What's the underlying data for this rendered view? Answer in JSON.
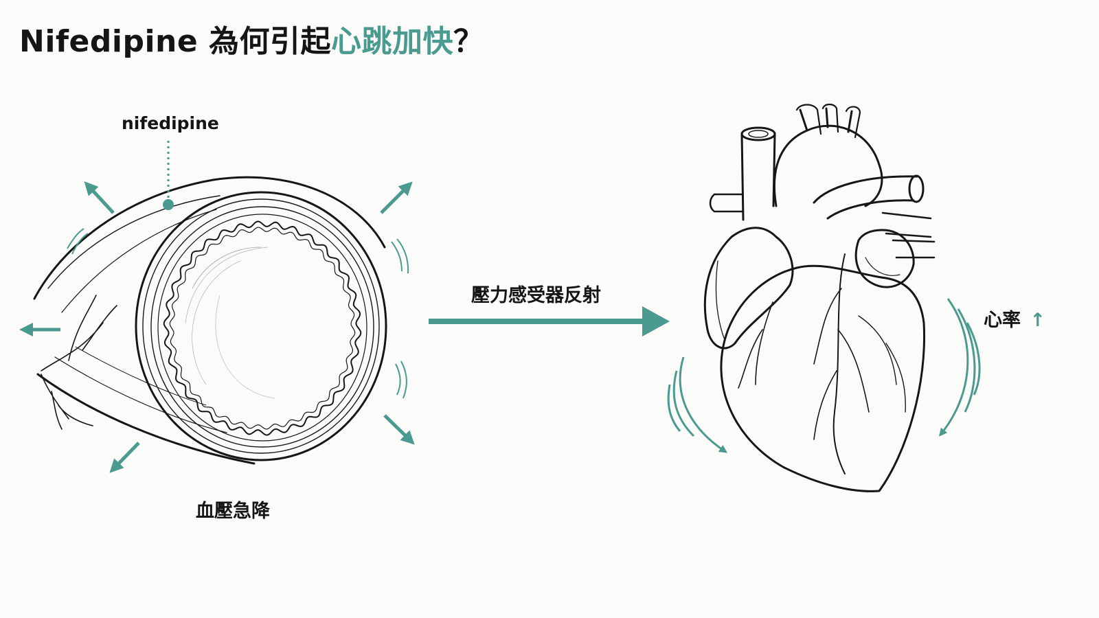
{
  "title": {
    "prefix": "Nifedipine 為何引起",
    "highlight": "心跳加快",
    "suffix": "？"
  },
  "vessel": {
    "drug_label": "nifedipine",
    "caption": "血壓急降"
  },
  "mechanism": {
    "arrow_label": "壓力感受器反射"
  },
  "heart": {
    "rate_label": "心率",
    "rate_arrow": "↑"
  },
  "colors": {
    "accent": "#4a9a90",
    "ink": "#151515",
    "background": "#fbfbfa"
  }
}
